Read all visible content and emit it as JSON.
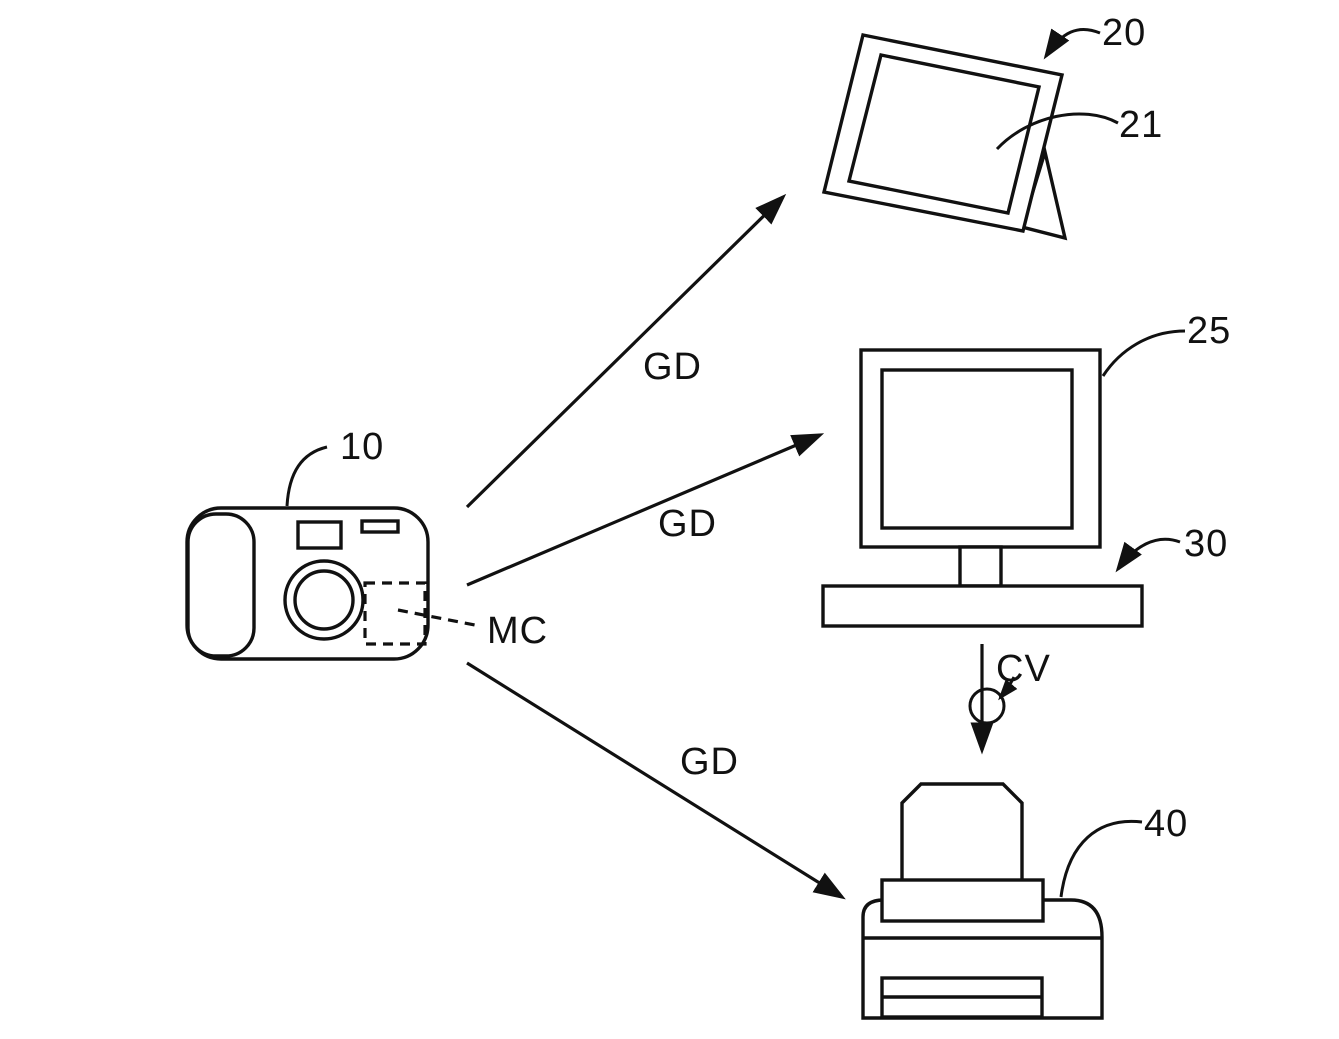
{
  "figure": {
    "type": "patent-diagram",
    "background_color": "#ffffff",
    "ink_color": "#111111",
    "labels": {
      "camera": "10",
      "photo_frame": "20",
      "frame_screen": "21",
      "monitor": "25",
      "computer": "30",
      "printer": "40",
      "memory_card": "MC",
      "cable": "CV",
      "gd_to_frame": "GD",
      "gd_to_monitor": "GD",
      "gd_to_printer": "GD"
    }
  }
}
